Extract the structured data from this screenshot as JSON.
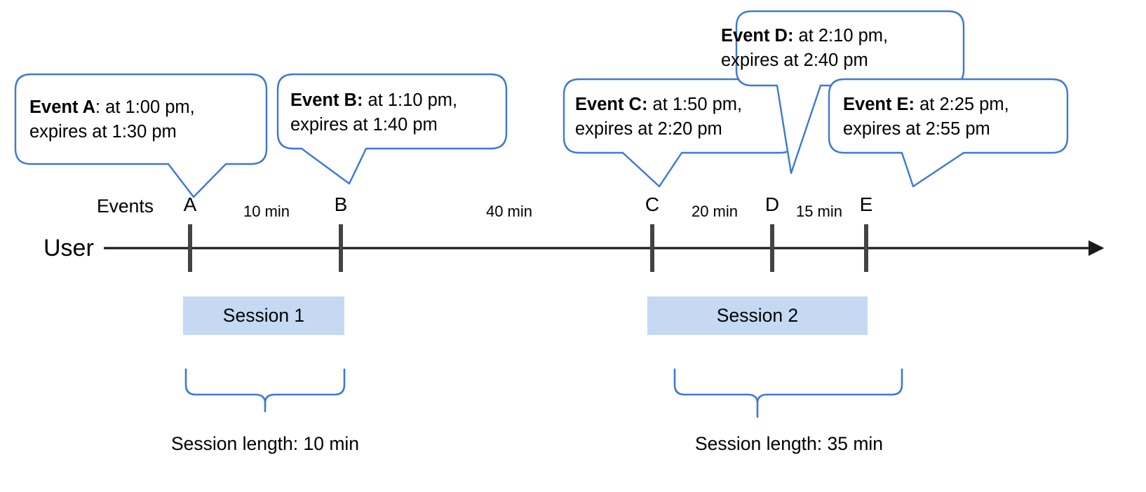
{
  "diagram": {
    "title": "Session timeline with event expiry callouts",
    "colors": {
      "callout_border": "#3d78d8",
      "brace": "#3d78d8",
      "session_fill": "#c5d9f3",
      "axis": "#1a1a1a",
      "tick": "#434343",
      "text": "#000000"
    },
    "axis": {
      "user_label": "User",
      "events_label": "Events"
    },
    "callouts": [
      {
        "id": "A",
        "bold": "Event A",
        "rest": ": at 1:00 pm,",
        "line2": "expires at 1:30 pm"
      },
      {
        "id": "B",
        "bold": "Event B:",
        "rest": " at 1:10 pm,",
        "line2": "expires at 1:40 pm"
      },
      {
        "id": "C",
        "bold": "Event C:",
        "rest": " at 1:50 pm,",
        "line2": "expires at 2:20 pm"
      },
      {
        "id": "D",
        "bold": "Event D:",
        "rest": " at 2:10 pm,",
        "line2": "expires at 2:40 pm"
      },
      {
        "id": "E",
        "bold": "Event E:",
        "rest": " at 2:25 pm,",
        "line2": "expires at 2:55 pm"
      }
    ],
    "events": [
      {
        "label": "A",
        "time": "1:00 pm",
        "expires": "1:30 pm"
      },
      {
        "label": "B",
        "time": "1:10 pm",
        "expires": "1:40 pm"
      },
      {
        "label": "C",
        "time": "1:50 pm",
        "expires": "2:20 pm"
      },
      {
        "label": "D",
        "time": "2:10 pm",
        "expires": "2:40 pm"
      },
      {
        "label": "E",
        "time": "2:25 pm",
        "expires": "2:55 pm"
      }
    ],
    "gaps": [
      {
        "from": "A",
        "to": "B",
        "label": "10 min"
      },
      {
        "from": "B",
        "to": "C",
        "label": "40 min"
      },
      {
        "from": "C",
        "to": "D",
        "label": "20 min"
      },
      {
        "from": "D",
        "to": "E",
        "label": "15 min"
      }
    ],
    "sessions": [
      {
        "name": "Session 1",
        "length_label": "Session length: 10 min",
        "events": [
          "A",
          "B"
        ]
      },
      {
        "name": "Session 2",
        "length_label": "Session length: 35 min",
        "events": [
          "C",
          "D",
          "E"
        ]
      }
    ]
  }
}
